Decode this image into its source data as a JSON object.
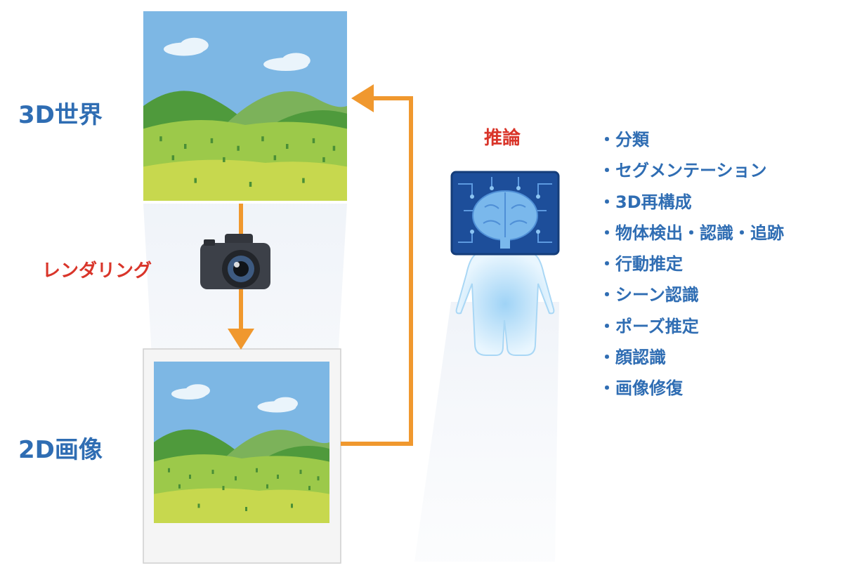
{
  "labels": {
    "world": "3D世界",
    "image": "2D画像",
    "rendering": "レンダリング",
    "inference": "推論"
  },
  "tasks": [
    "・分類",
    "・セグメンテーション",
    "・3D再構成",
    "・物体検出・認識・追跡",
    "・行動推定",
    "・シーン認識",
    "・ポーズ推定",
    "・顔認識",
    "・画像修復"
  ],
  "colors": {
    "label_blue": "#2f6db3",
    "label_red": "#d9352a",
    "arrow_orange": "#f0982e",
    "sky": "#7db7e4",
    "hill_dark": "#4f9a3c",
    "hill_light": "#7cb25a",
    "field_green": "#9cc94a",
    "field_yellow": "#c7d84e",
    "chip_blue": "#1d4e9a",
    "brain_blue": "#7ab8ec",
    "figure_light": "#e4f3fd"
  },
  "icons": {
    "world": "landscape-picture",
    "image": "photo-print",
    "camera": "camera-icon",
    "ai": "ai-brain-figure"
  }
}
